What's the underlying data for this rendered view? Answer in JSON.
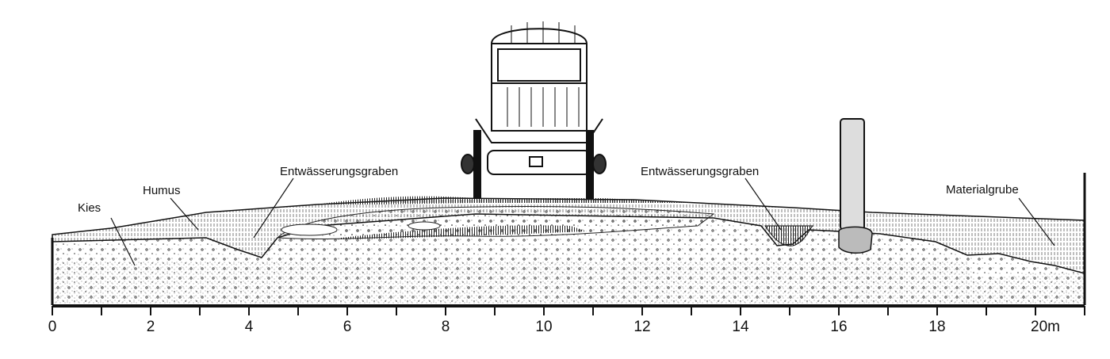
{
  "labels": {
    "kies": "Kies",
    "humus": "Humus",
    "graben1": "Entwässerungsgraben",
    "graben2": "Entwässerungsgraben",
    "materialgrube": "Materialgrube"
  },
  "scale": {
    "tick_labels": [
      "0",
      "2",
      "4",
      "6",
      "8",
      "10",
      "12",
      "14",
      "16",
      "18",
      "20m"
    ],
    "max_m": 21
  }
}
